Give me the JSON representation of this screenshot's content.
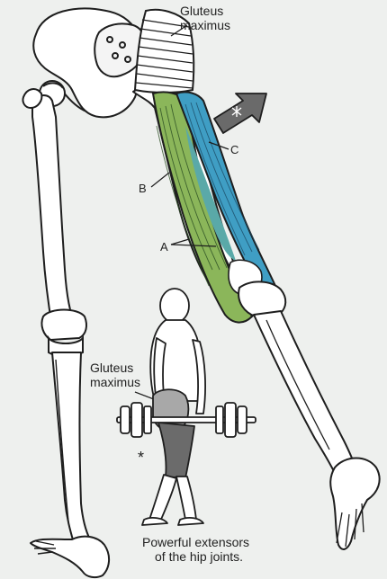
{
  "labels": {
    "gluteus_top_line1": "Gluteus",
    "gluteus_top_line2": "maximus",
    "muscle_a": "A",
    "muscle_b": "B",
    "muscle_c": "C",
    "gluteus_figure_line1": "Gluteus",
    "gluteus_figure_line2": "maximus",
    "asterisk": "*",
    "caption_line1": "Powerful extensors",
    "caption_line2": "of the hip joints."
  },
  "colors": {
    "paper": "#eef0ee",
    "bone": "#ffffff",
    "outline": "#1e1e1e",
    "muscle_blue": "#3f9ec4",
    "muscle_green": "#8bb65a",
    "muscle_teal": "#5aa9a8",
    "arrow_gray": "#6a6a6a",
    "shade_dark": "#6b6b6b"
  },
  "icons": {
    "arrow": "direction-arrow-icon",
    "star_on_arrow": "asterisk-icon"
  }
}
